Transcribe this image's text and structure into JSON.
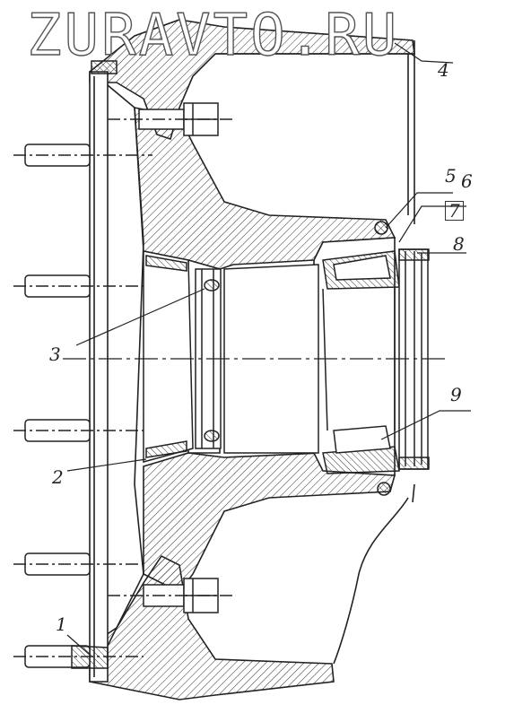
{
  "watermark": "ZURAVTO.RU",
  "callouts": {
    "c1": "1",
    "c2": "2",
    "c3": "3",
    "c4": "4",
    "c5": "5",
    "c6": "6",
    "c7": "7",
    "c8": "8",
    "c9": "9"
  },
  "colors": {
    "line": "#222222",
    "hatch": "#333333",
    "watermark_outline": "#555555"
  }
}
